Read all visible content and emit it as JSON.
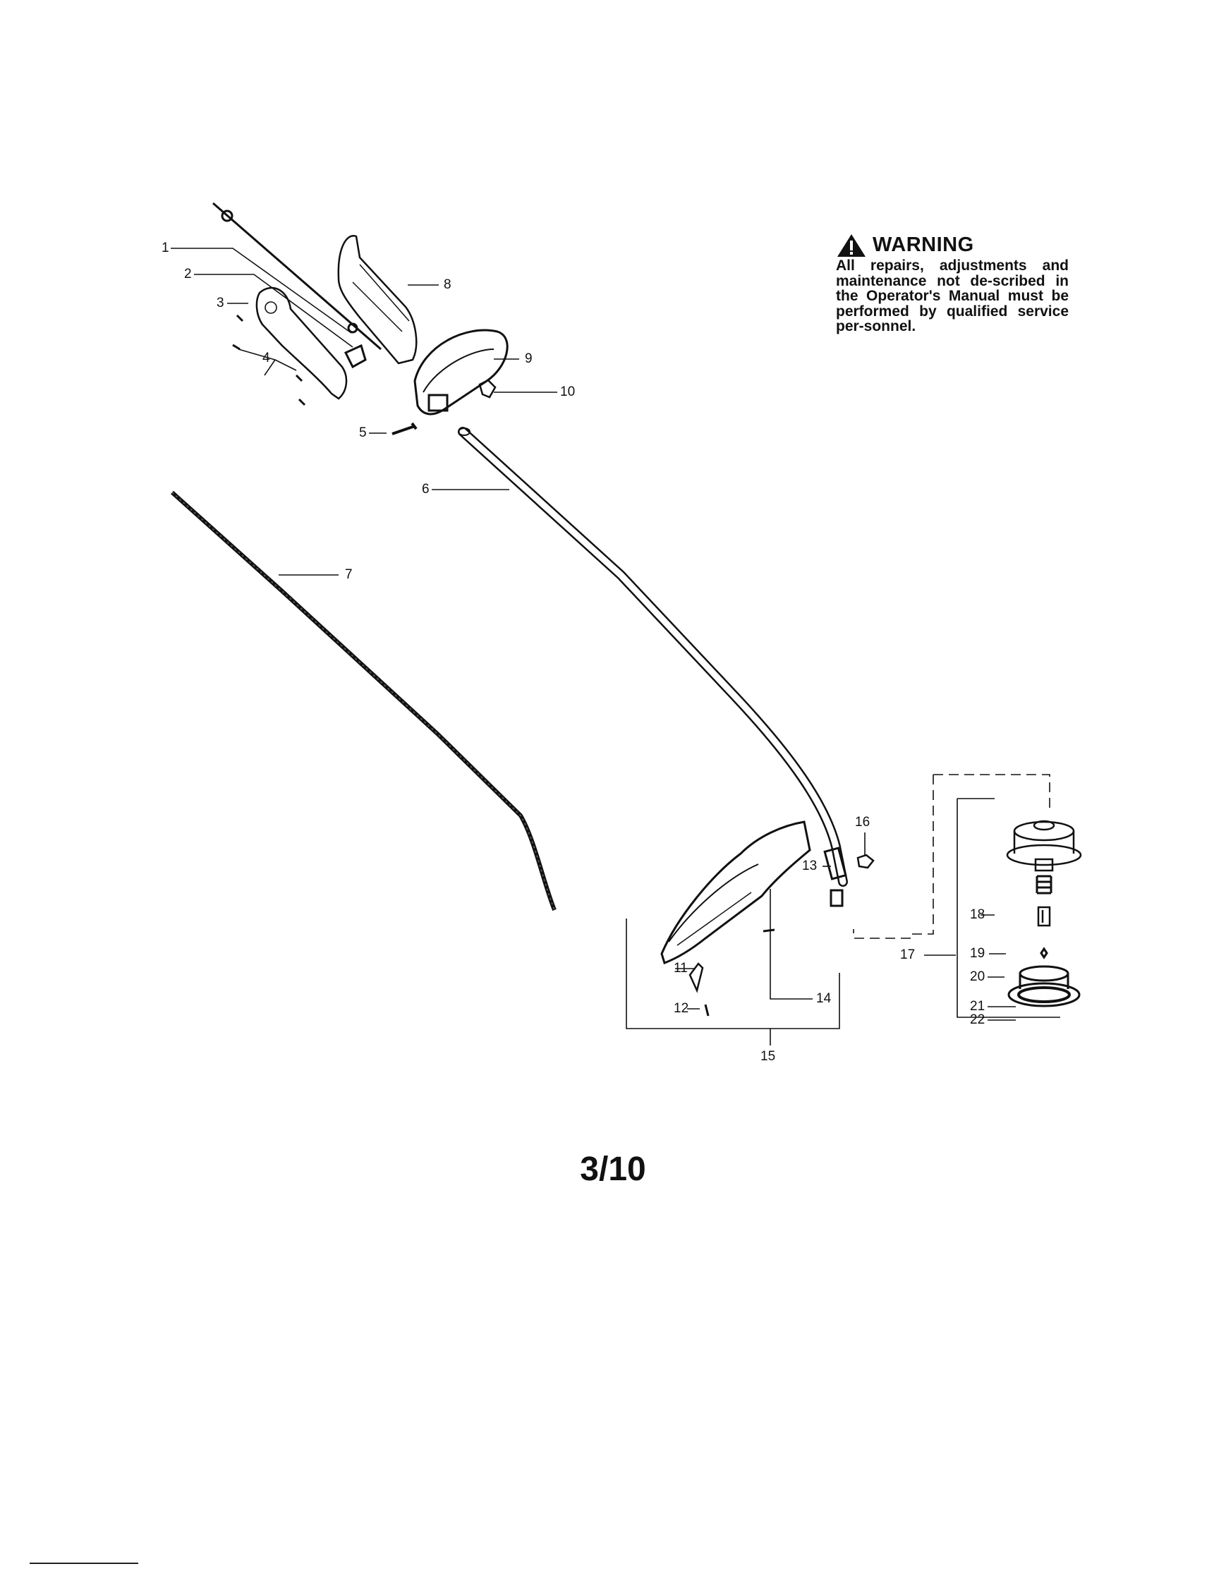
{
  "warning": {
    "title": "WARNING",
    "body": "All repairs, adjustments and maintenance not de-scribed in the Operator's Manual must be performed by qualified service per-sonnel.",
    "icon": "warning-triangle-icon"
  },
  "callouts": [
    "1",
    "2",
    "3",
    "4",
    "5",
    "6",
    "7",
    "8",
    "9",
    "10",
    "11",
    "12",
    "13",
    "14",
    "15",
    "16",
    "17",
    "18",
    "19",
    "20",
    "21",
    "22"
  ],
  "page_label": "3/10"
}
